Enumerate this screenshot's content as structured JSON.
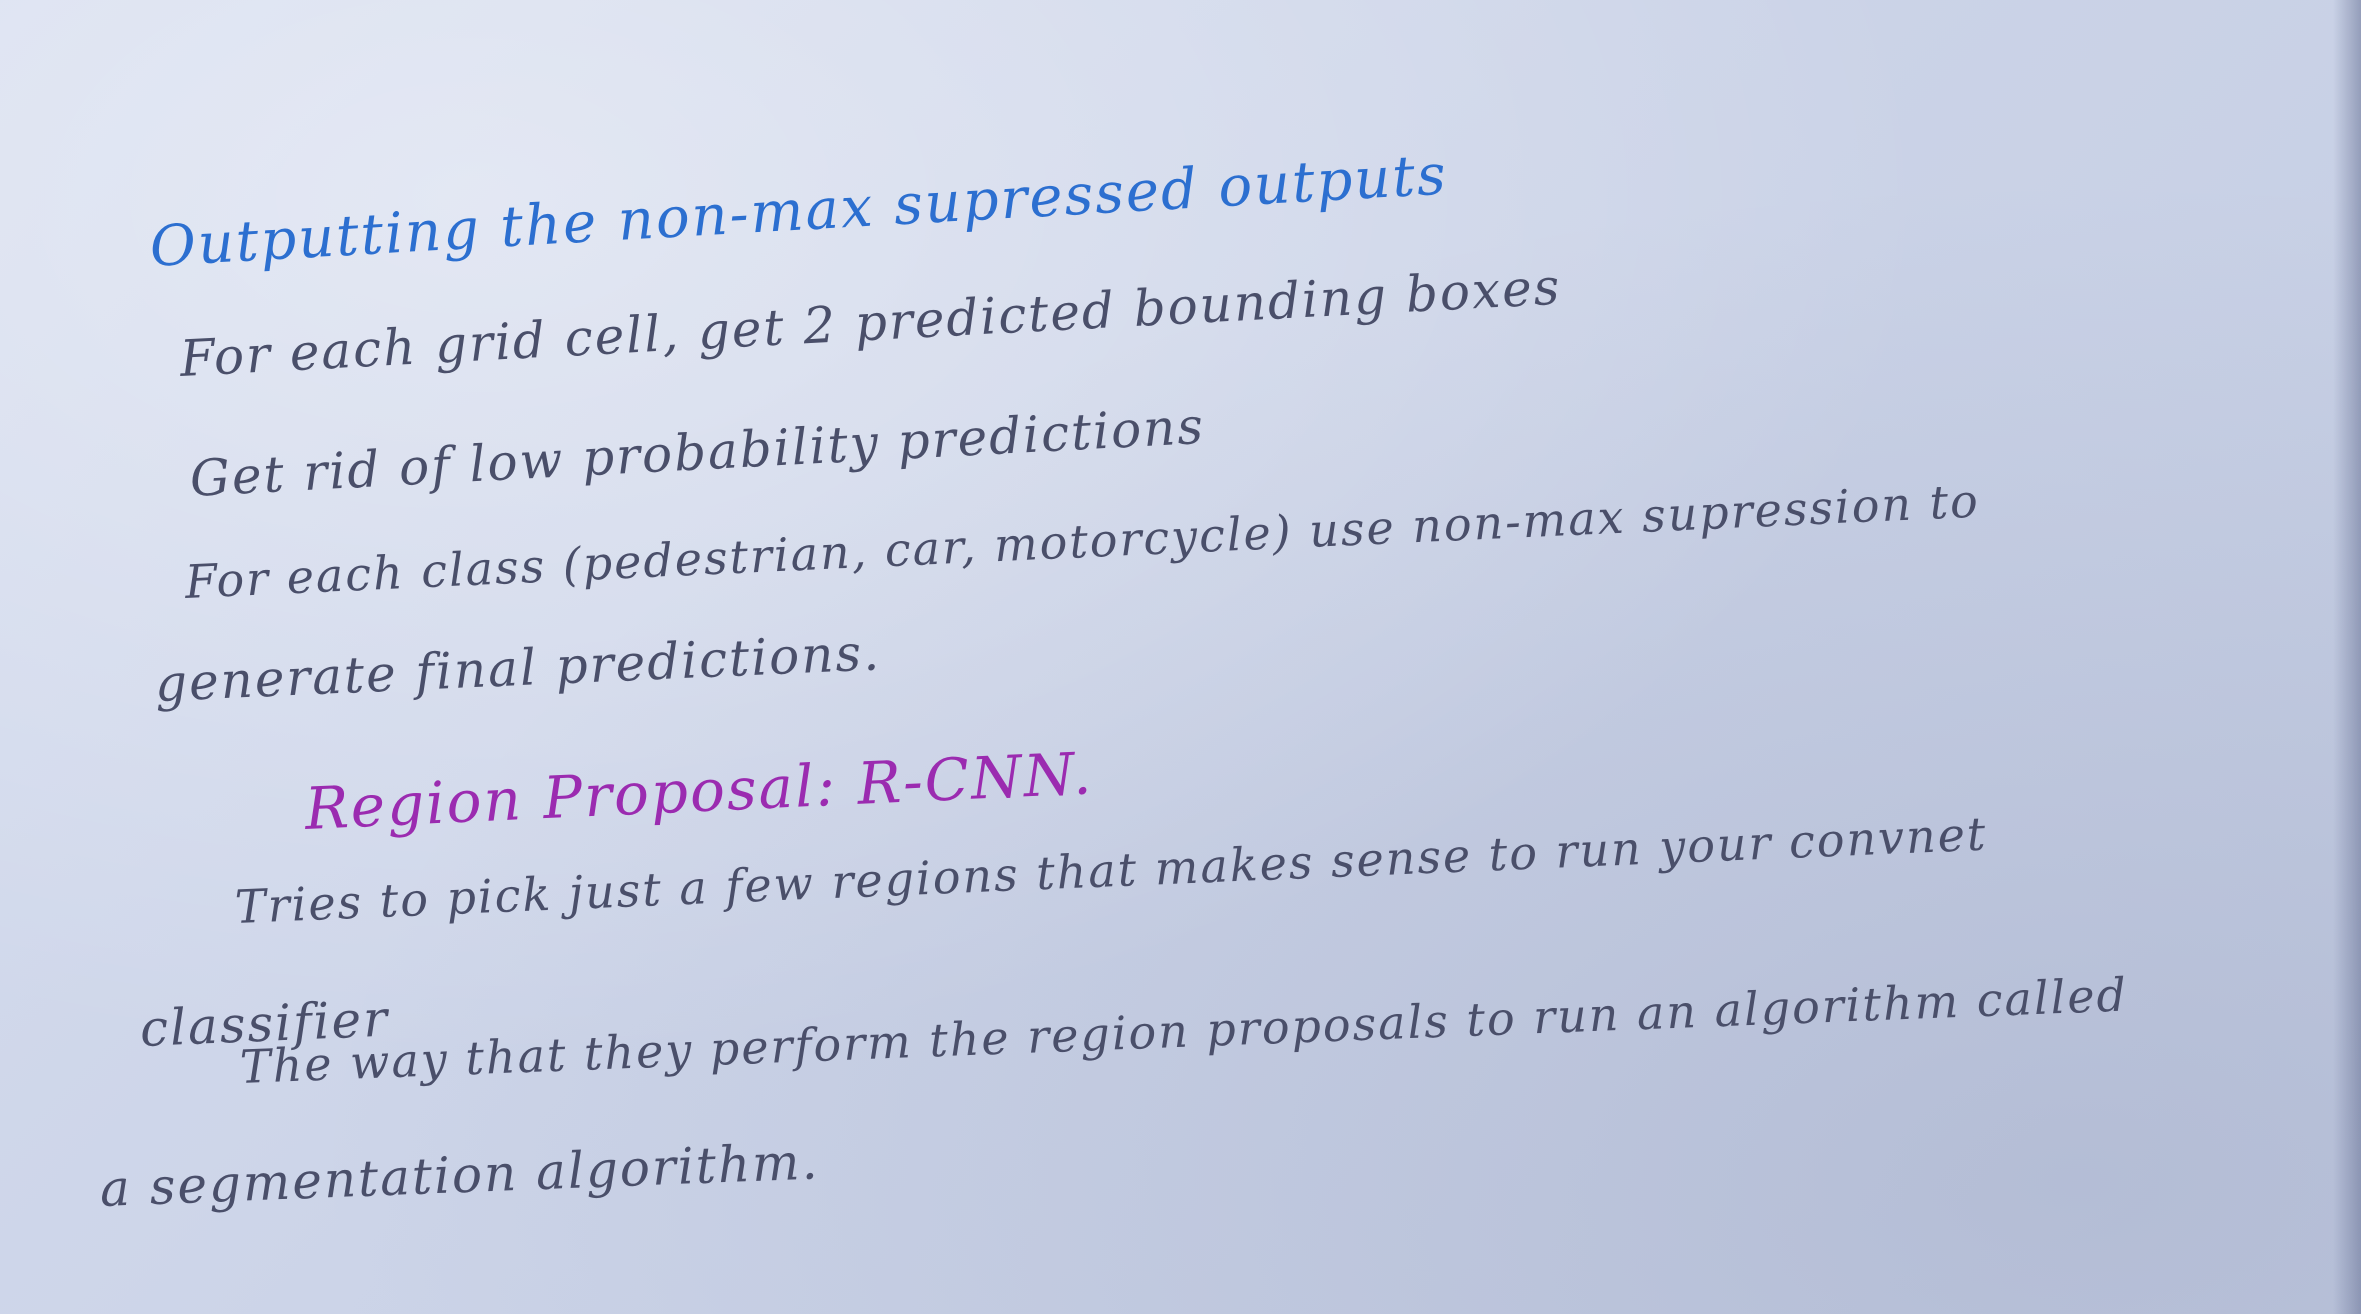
{
  "note": {
    "heading": "Outputting the non-max supressed outputs",
    "lines": [
      "For each grid cell, get 2 predicted bounding boxes",
      "Get rid of low probability predictions",
      "For each class (pedestrian, car, motorcycle) use non-max supression to",
      "generate final predictions."
    ],
    "section_heading": "Region Proposal: R-CNN.",
    "section_lines": [
      "Tries to pick just a few regions that makes sense to run your convnet",
      "classifier",
      "The way that they perform the region proposals to run an algorithm called",
      "a segmentation algorithm."
    ]
  },
  "colors": {
    "paper": "#ccd4e8",
    "blue_ink": "#2c6fd0",
    "purple_ink": "#9b2bb0",
    "dark_ink": "#4a4f6a"
  }
}
